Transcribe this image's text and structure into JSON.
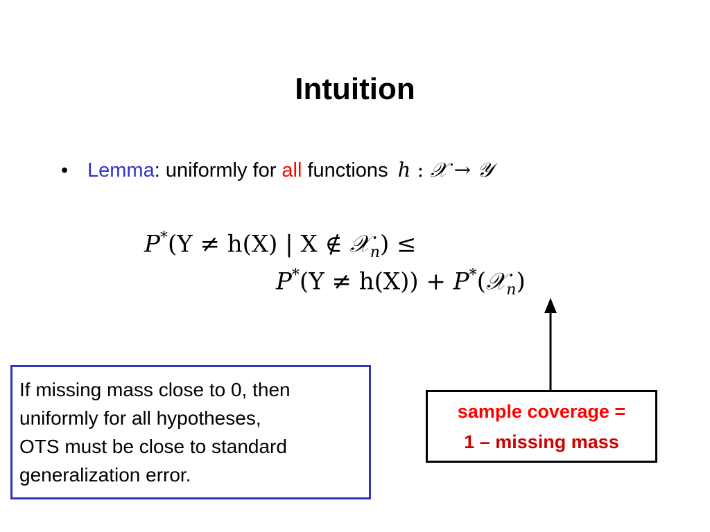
{
  "slide": {
    "title": "Intuition",
    "bullet": {
      "marker": "•",
      "term": "Lemma",
      "text_before": ": uniformly for ",
      "emphasis": "all",
      "text_after": " functions",
      "math": {
        "h": "h",
        "colon": " : ",
        "domain": "𝒳",
        "arrow": " → ",
        "codomain": "𝒴"
      }
    },
    "equation": {
      "line1_left": "P",
      "line1_star": "*",
      "line1_mid": "(Y ≠ h(X) | X ∉ ",
      "line1_set": "𝒳",
      "line1_sub": "n",
      "line1_end": ") ≤",
      "line2_p1": "P",
      "line2_star1": "*",
      "line2_mid": "(Y ≠ h(X)) + ",
      "line2_p2": "P",
      "line2_star2": "*",
      "line2_open": "(",
      "line2_set": "𝒳",
      "line2_sub": "n",
      "line2_close": ")"
    },
    "left_box": {
      "lines": [
        "If missing mass close to 0, then",
        "uniformly for all hypotheses,",
        "OTS must be close to standard",
        "generalization error."
      ]
    },
    "right_box": {
      "lines": [
        "sample coverage =",
        "1 – missing mass"
      ]
    },
    "colors": {
      "lemma": "#3333cc",
      "emphasis": "#ff0000",
      "left_border": "#3333bb",
      "coverage_line": "#ff0000",
      "missing_line": "#cc0000"
    }
  }
}
